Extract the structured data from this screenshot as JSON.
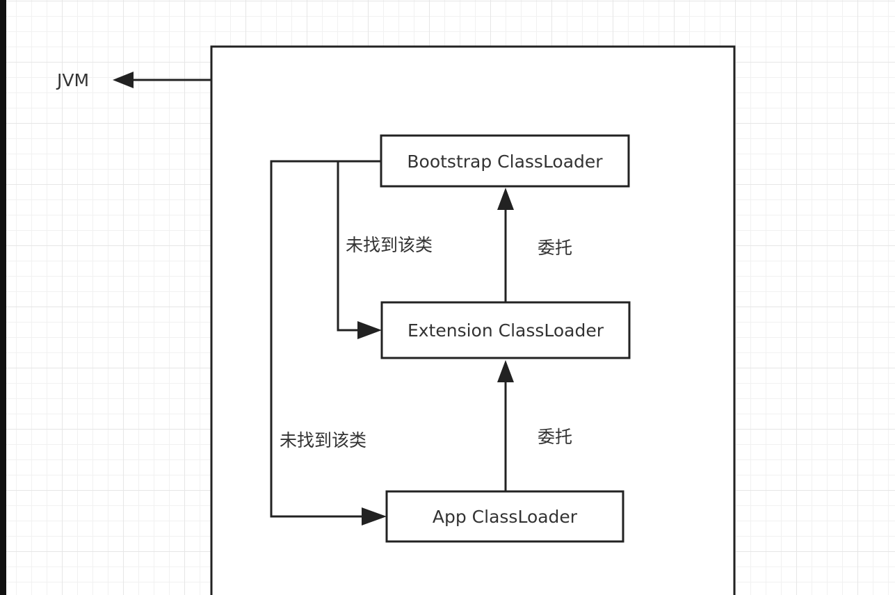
{
  "diagram": {
    "container": {
      "label": "JVM"
    },
    "nodes": [
      {
        "id": "bootstrap",
        "label": "Bootstrap ClassLoader"
      },
      {
        "id": "extension",
        "label": "Extension ClassLoader"
      },
      {
        "id": "app",
        "label": "App ClassLoader"
      }
    ],
    "edges": [
      {
        "from": "extension",
        "to": "bootstrap",
        "label": "委托"
      },
      {
        "from": "app",
        "to": "extension",
        "label": "委托"
      },
      {
        "from": "bootstrap",
        "to": "extension",
        "label": "未找到该类"
      },
      {
        "from": "bootstrap",
        "to": "app",
        "label": "未找到该类"
      }
    ]
  },
  "colors": {
    "stroke": "#222222",
    "text": "#333333",
    "grid": "#e6e6e6"
  }
}
